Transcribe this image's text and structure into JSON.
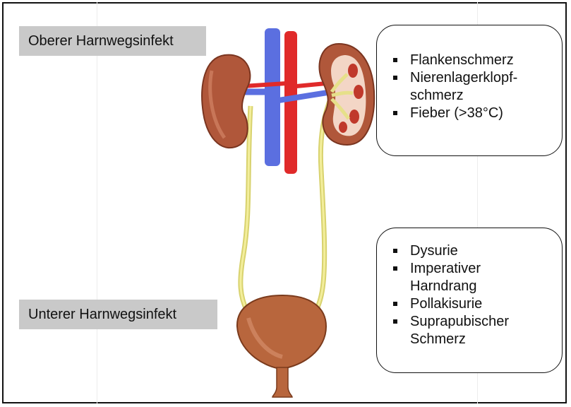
{
  "labels": {
    "upper": "Oberer Harnwegsinfekt",
    "lower": "Unterer Harnwegsinfekt"
  },
  "upper_symptoms": [
    "Flankenschmerz",
    "Nierenlagerklopf-",
    "schmerz",
    "Fieber (>38°C)"
  ],
  "upper_symptom_bullets": [
    true,
    true,
    false,
    true
  ],
  "lower_symptoms": [
    "Dysurie",
    "Imperativer",
    "Harndrang",
    "Pollakisurie",
    "Suprapubischer",
    "Schmerz"
  ],
  "lower_symptom_bullets": [
    true,
    true,
    false,
    true,
    true,
    false
  ],
  "colors": {
    "label_bg": "#c9c9c9",
    "kidney": "#b0573a",
    "ureter": "#e6e08a",
    "vein": "#5b6fe0",
    "artery": "#e02a2a",
    "bladder": "#b8663d"
  }
}
